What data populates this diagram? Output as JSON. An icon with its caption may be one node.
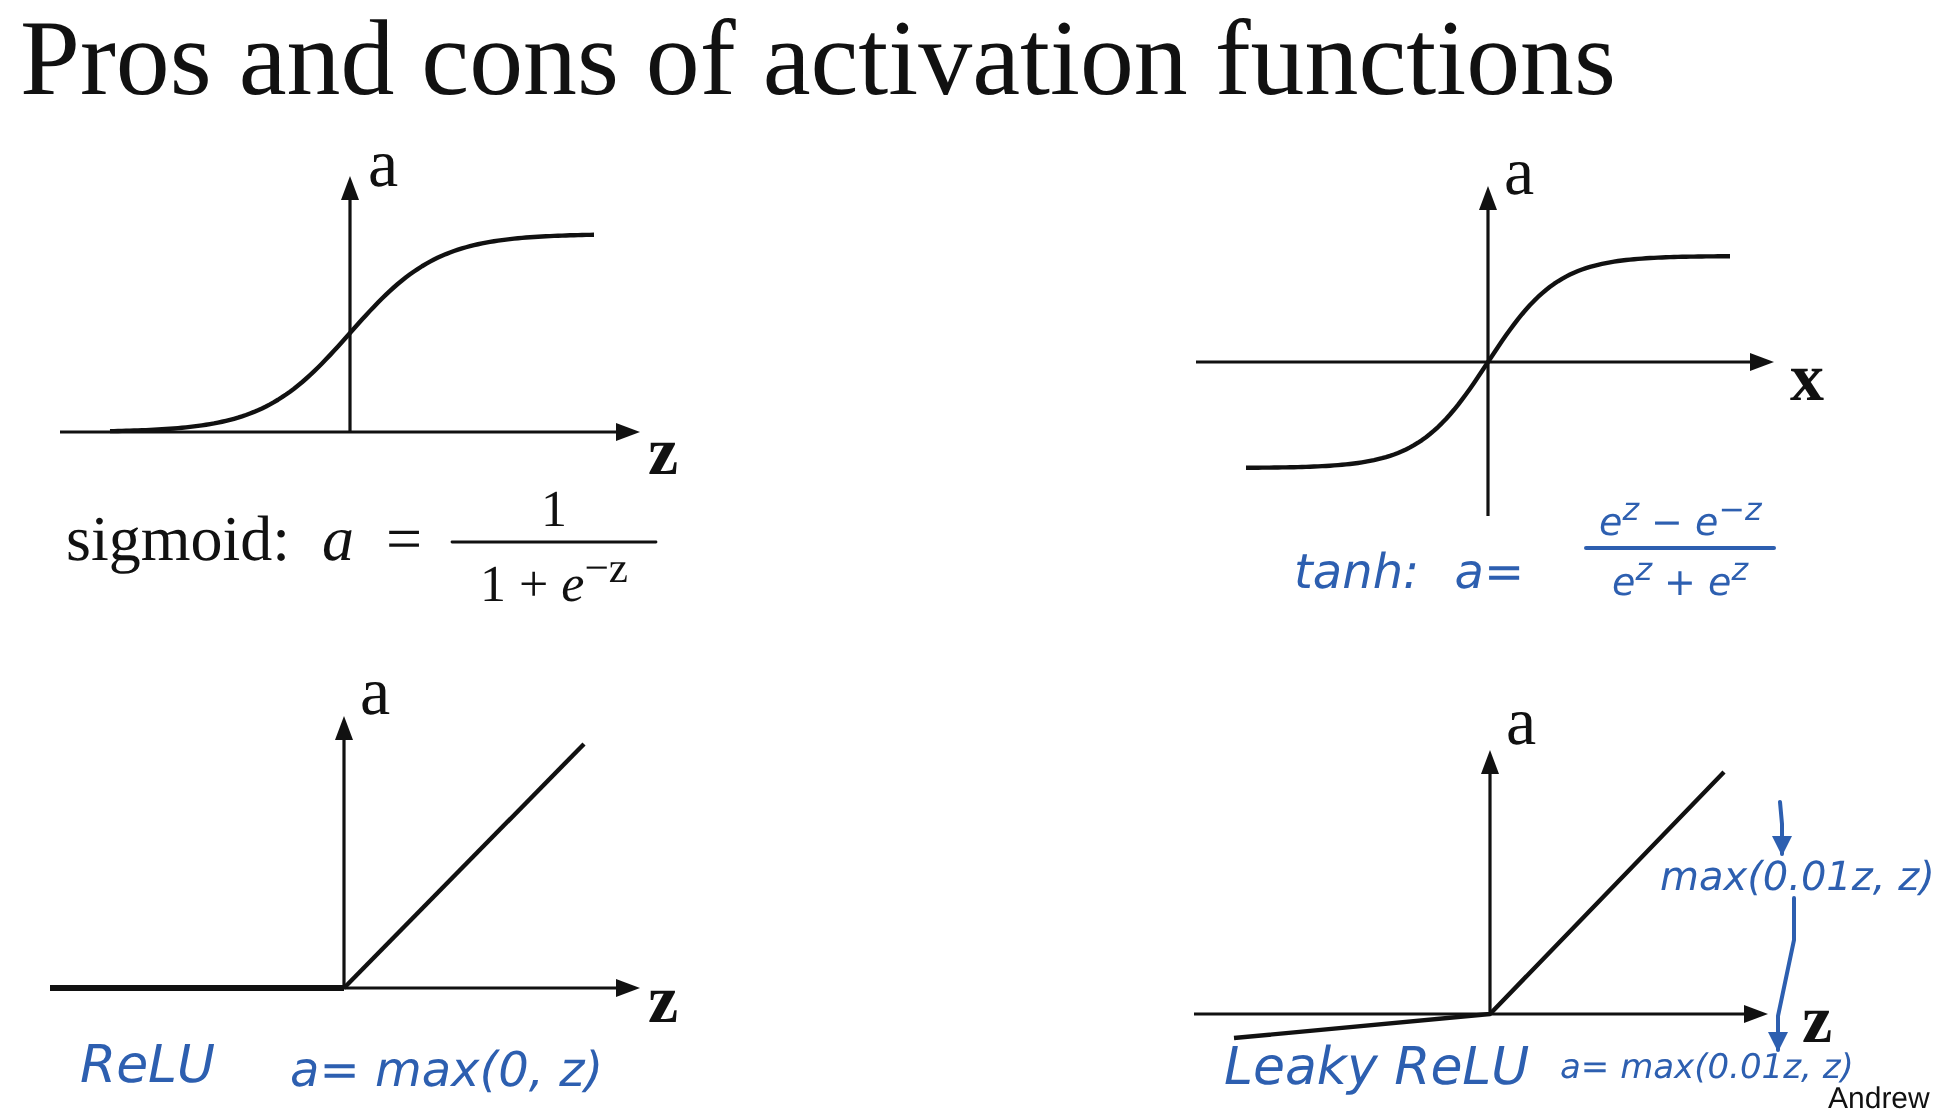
{
  "diagram": {
    "title": "Pros and cons of activation functions",
    "nodes": [
      {
        "text": [
          "max(0.01z, z)"
        ]
      },
      {
        "text": [
          "a= max(0.01z, z)"
        ]
      }
    ],
    "edges": [
      {
        "from": null,
        "to": 0,
        "arrow": "to"
      },
      {
        "from": 0,
        "to": 1,
        "arrow": "to"
      }
    ],
    "labels": [
      "a",
      "z",
      "sigmoid: *a* =",
      "1",
      "1 + *e*$^{−z}$",
      "a",
      "x",
      "tanh: a=",
      "e$^{z}$ − e$^{−z}$",
      "e$^{z}$ + e$^{z}$",
      "a",
      "z",
      "ReLU",
      "a= max(0, z)",
      "a",
      "z",
      "Leaky ReLU",
      "Andrew"
    ]
  }
}
